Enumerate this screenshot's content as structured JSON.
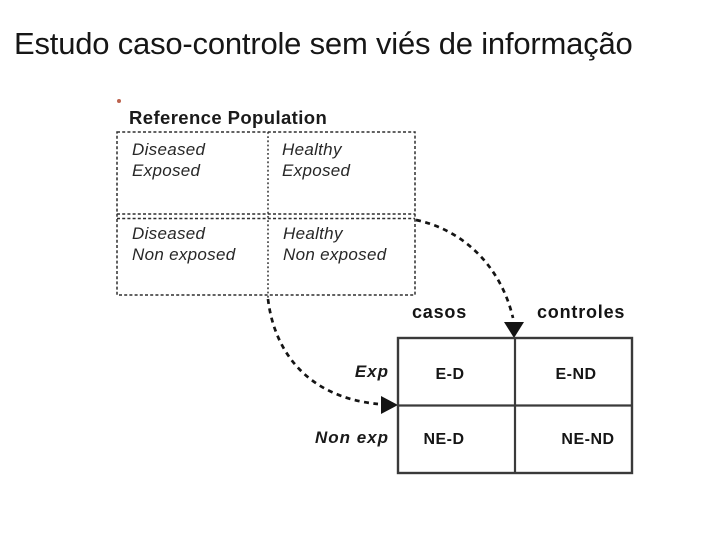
{
  "slide": {
    "title": "Estudo caso-controle sem viés de informação"
  },
  "diagram": {
    "population_label": "Reference Population",
    "grid": {
      "diseased_exposed": {
        "line1": "Diseased",
        "line2": "Exposed"
      },
      "healthy_exposed": {
        "line1": "Healthy",
        "line2": "Exposed"
      },
      "diseased_non_exposed": {
        "line1": "Diseased",
        "line2": "Non exposed"
      },
      "healthy_non_exposed": {
        "line1": "Healthy",
        "line2": "Non exposed"
      }
    },
    "table": {
      "col_header_cases": "casos",
      "col_header_controls": "controles",
      "row_label_exposed": "Exp",
      "row_label_non_exposed": "Non exp",
      "cell_case_exposed": "E-D",
      "cell_control_exposed": "E-ND",
      "cell_case_non_exposed": "NE-D",
      "cell_control_non_exposed": "NE-ND"
    },
    "colors": {
      "title_ink": "#161616",
      "scan_ink": "#141414",
      "grid_line": "#2e2e2e",
      "table_line": "#3a3a3a",
      "artifact_red": "#b0482f",
      "artifact_orange": "#d09a6a"
    }
  }
}
